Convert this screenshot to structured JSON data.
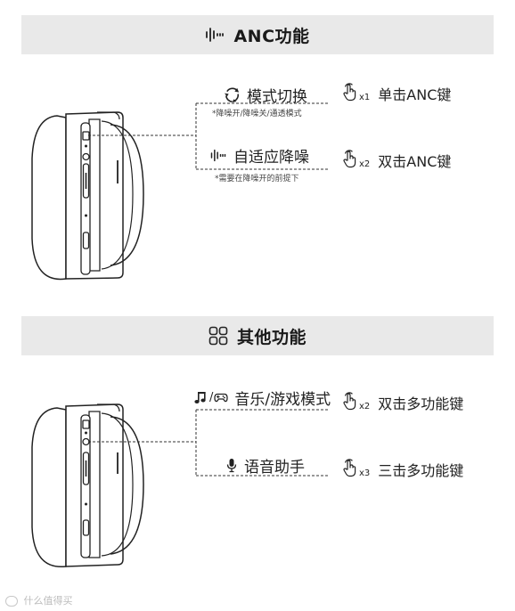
{
  "anc": {
    "title": "ANC功能",
    "mode_switch": {
      "label": "模式切换",
      "sub": "*降噪开/降噪关/通透模式",
      "count": "x1",
      "action": "单击ANC键"
    },
    "adaptive": {
      "label": "自适应降噪",
      "sub": "*需要在降噪开的前提下",
      "count": "x2",
      "action": "双击ANC键"
    }
  },
  "other": {
    "title": "其他功能",
    "music_game": {
      "label": "音乐/游戏模式",
      "count": "x2",
      "action": "双击多功能键"
    },
    "voice": {
      "label": "语音助手",
      "count": "x3",
      "action": "三击多功能键"
    }
  },
  "watermark": "什么值得买",
  "icons": [
    "anc-waveform-icon",
    "grid-icon",
    "cycle-icon",
    "hand-tap-icon",
    "music-note-icon",
    "gamepad-icon",
    "microphone-icon"
  ]
}
